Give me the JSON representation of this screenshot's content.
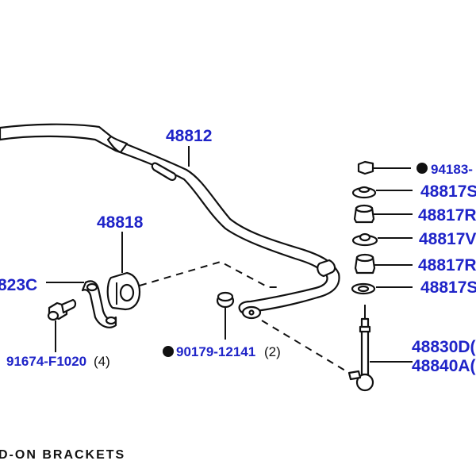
{
  "labels": {
    "bar": "48812",
    "bushing": "48818",
    "bracket": "823C",
    "bolt": "91674-F1020",
    "bolt_qty": "(4)",
    "nut": "90179-12141",
    "nut_qty": "(2)",
    "stack_1": "94183-",
    "stack_2": "48817S",
    "stack_3": "48817R",
    "stack_4": "48817V",
    "stack_5": "48817R",
    "stack_6": "48817S",
    "link_1": "48830D(",
    "link_2": "48840A("
  },
  "footer": {
    "text": "D-ON BRACKETS"
  },
  "colors": {
    "label": "#1f24c8",
    "line": "#111111",
    "background": "#ffffff"
  }
}
